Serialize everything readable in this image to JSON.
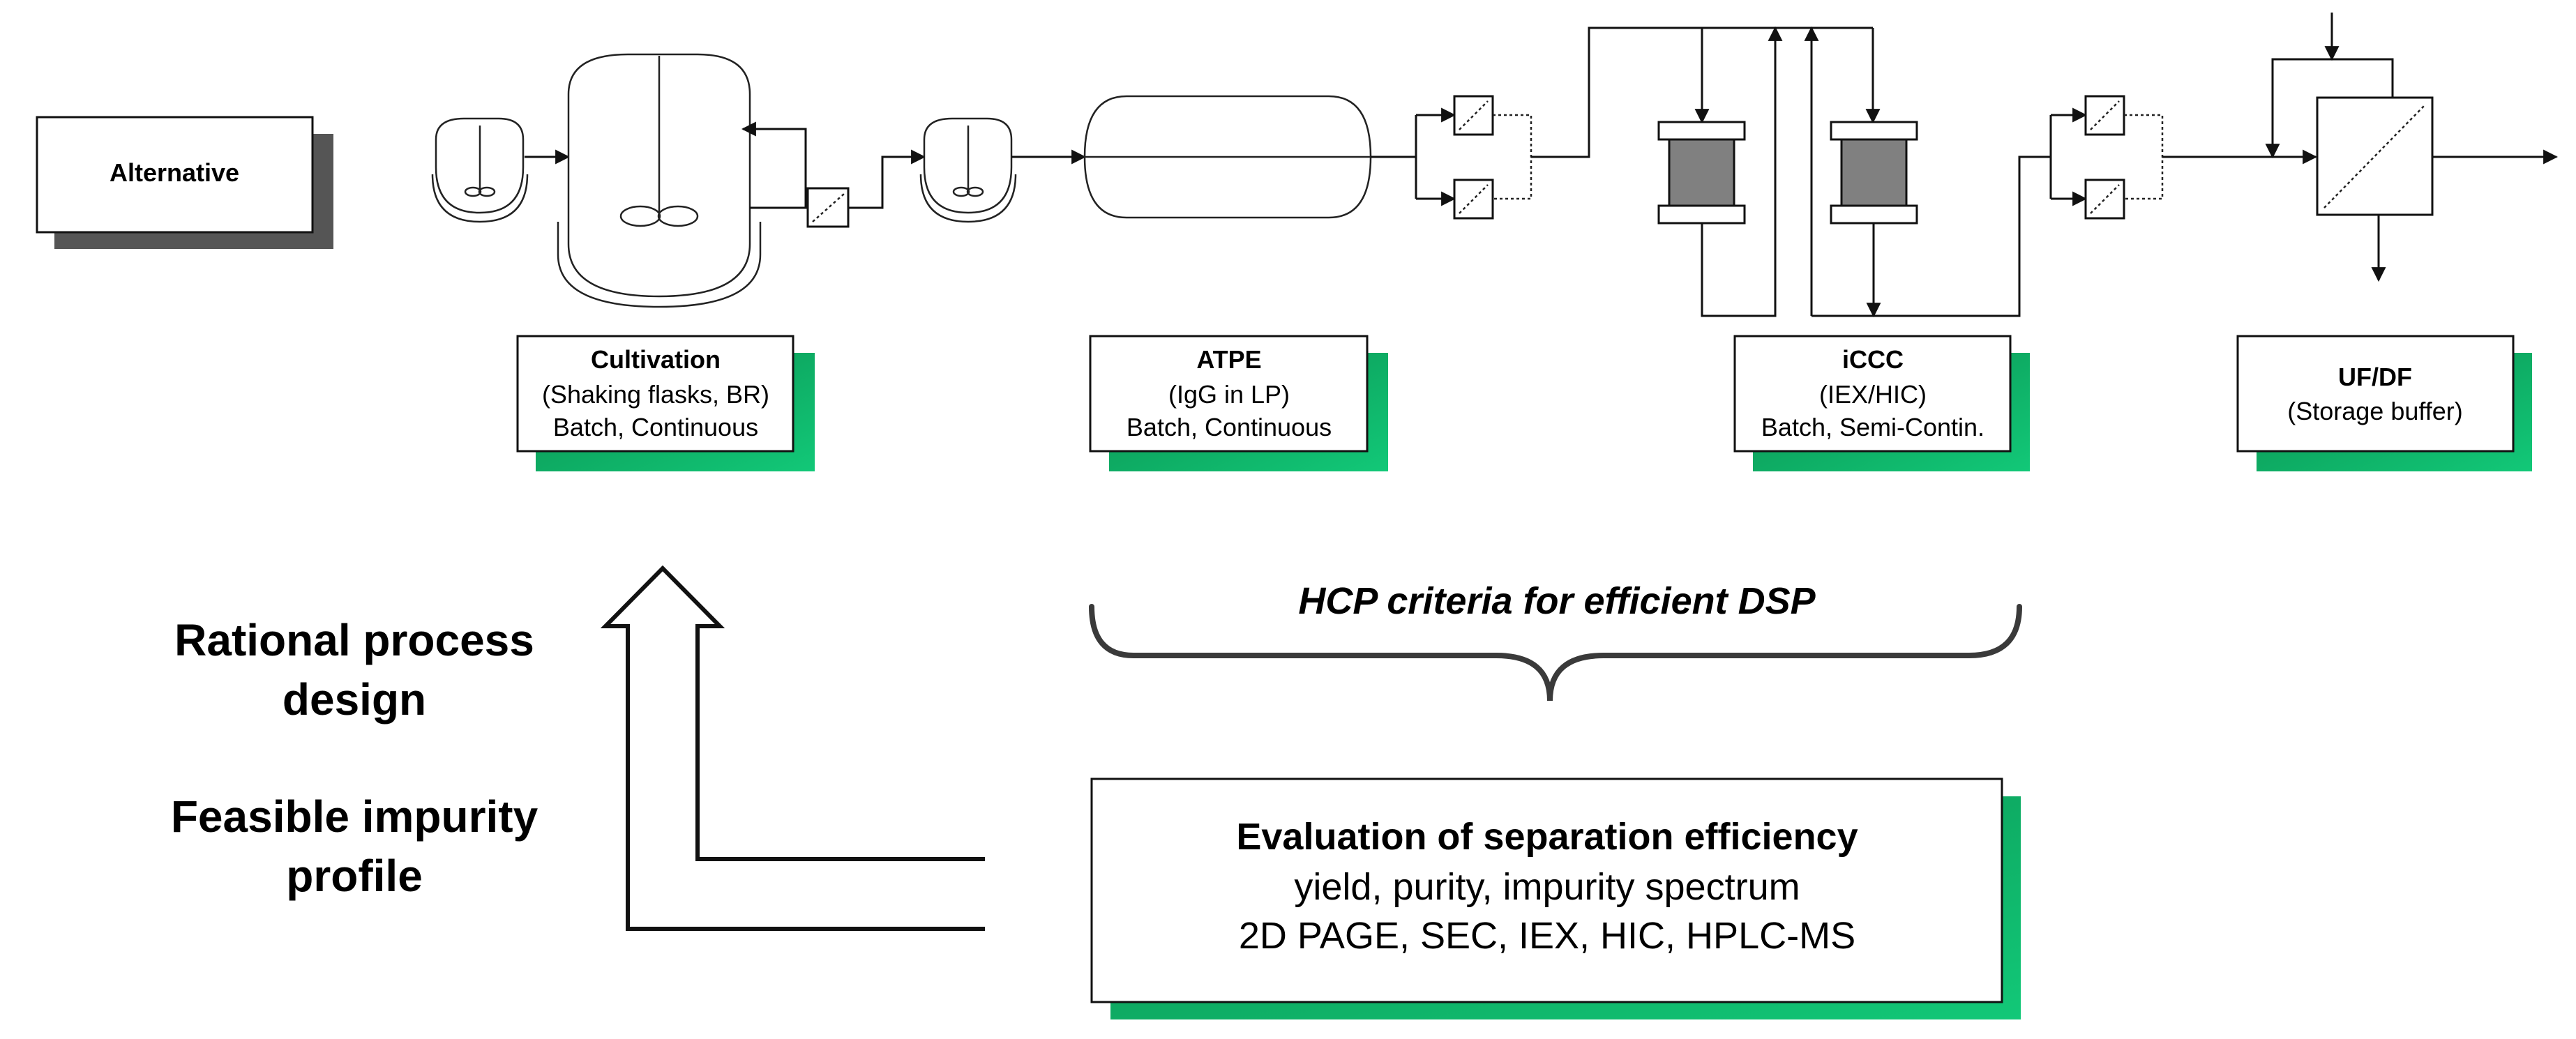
{
  "alternative_box": {
    "label": "Alternative"
  },
  "step_boxes": [
    {
      "title": "Cultivation",
      "line1": "(Shaking flasks, BR)",
      "line2": "Batch, Continuous"
    },
    {
      "title": "ATPE",
      "line1": "(IgG in LP)",
      "line2": "Batch, Continuous"
    },
    {
      "title": "iCCC",
      "line1": "(IEX/HIC)",
      "line2": "Batch, Semi-Contin."
    },
    {
      "title": "UF/DF",
      "line1": "(Storage buffer)"
    }
  ],
  "hcp_brace": {
    "label": "HCP criteria for efficient DSP"
  },
  "evaluation_box": {
    "title": "Evaluation of separation efficiency",
    "line1": "yield, purity, impurity spectrum",
    "line2": "2D PAGE, SEC, IEX, HIC, HPLC-MS"
  },
  "left_labels": {
    "rational_line1": "Rational process",
    "rational_line2": "design",
    "feasible_line1": "Feasible impurity",
    "feasible_line2": "profile"
  },
  "colors": {
    "green_shadow": "#0a8f4f",
    "green_shadow_light": "#12c878",
    "gray_shadow": "#555555",
    "column_fill": "#808080"
  },
  "icons": [
    "bioreactor-icon",
    "stirrer-icon",
    "filter-icon",
    "chromatography-column-icon",
    "membrane-module-icon",
    "arrow-up-icon",
    "brace-icon"
  ]
}
